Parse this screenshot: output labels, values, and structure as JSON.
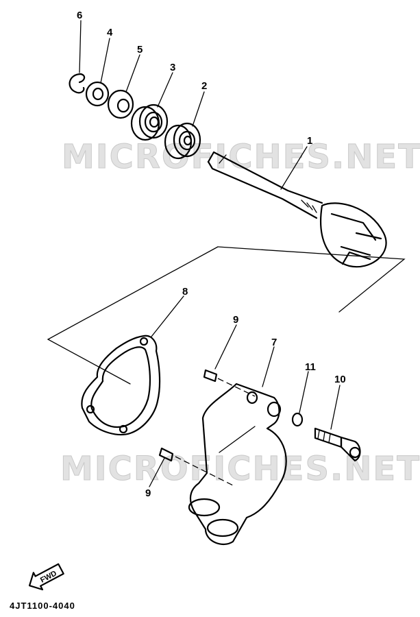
{
  "watermark": "MICROFICHES.NET",
  "diagram_code": "4JT1100-4040",
  "fwd_label": "FWD",
  "callouts": [
    "1",
    "2",
    "3",
    "4",
    "5",
    "6",
    "7",
    "8",
    "9",
    "9",
    "10",
    "11"
  ]
}
